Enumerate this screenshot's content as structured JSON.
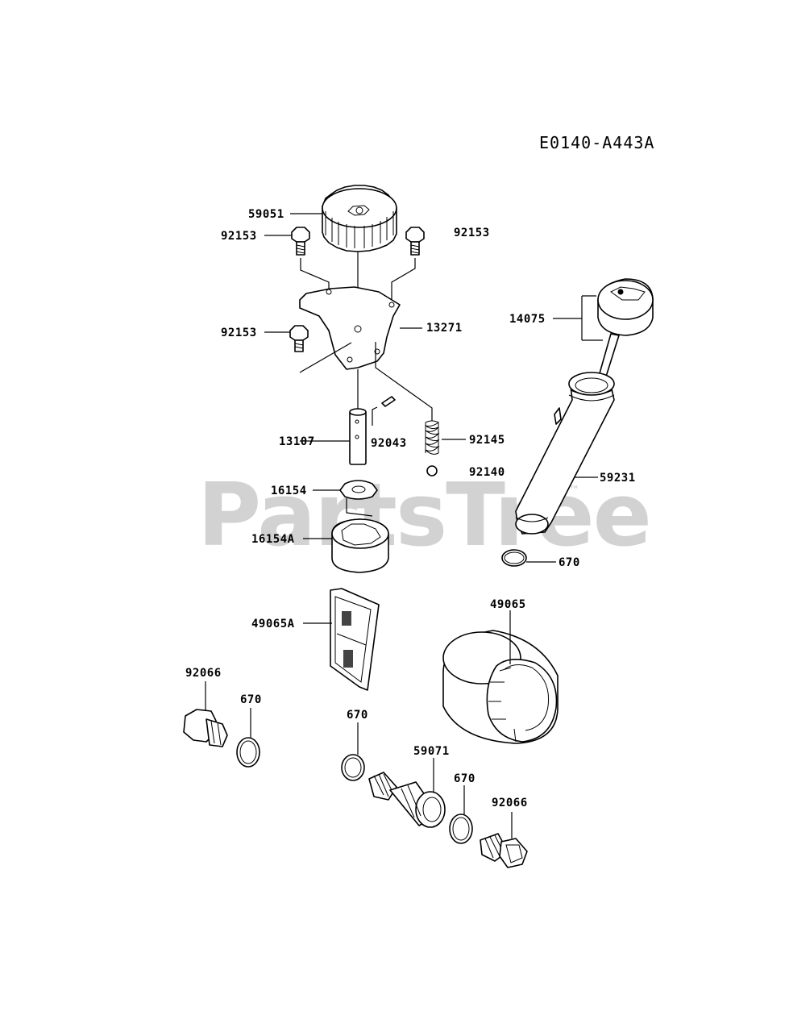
{
  "diagram": {
    "code": "E0140-A443A",
    "watermark": "PartsTree",
    "trademark": "™"
  },
  "parts": {
    "p59051": "59051",
    "p92153_a": "92153",
    "p92153_b": "92153",
    "p92153_c": "92153",
    "p13271": "13271",
    "p14075": "14075",
    "p13107": "13107",
    "p92043": "92043",
    "p92145": "92145",
    "p92140": "92140",
    "p59231": "59231",
    "p16154": "16154",
    "p16154A": "16154A",
    "p670_a": "670",
    "p49065A": "49065A",
    "p49065": "49065",
    "p92066_a": "92066",
    "p670_b": "670",
    "p670_c": "670",
    "p59071": "59071",
    "p670_d": "670",
    "p92066_b": "92066"
  }
}
